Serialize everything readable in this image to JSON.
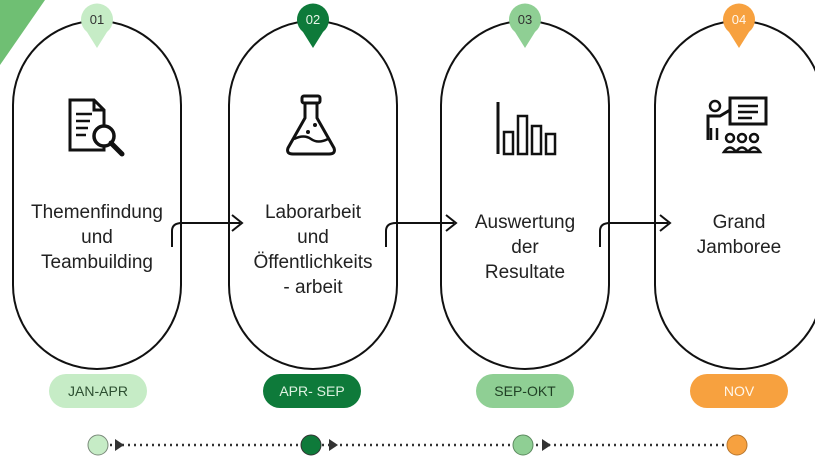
{
  "stages": [
    {
      "number": "01",
      "title_lines": [
        "Themenfindung",
        "und",
        "Teambuilding"
      ],
      "date": "JAN-APR",
      "icon": "document-search-icon"
    },
    {
      "number": "02",
      "title_lines": [
        "Laborarbeit",
        "und",
        "Öffentlichkeits",
        "- arbeit"
      ],
      "date": "APR- SEP",
      "icon": "flask-icon"
    },
    {
      "number": "03",
      "title_lines": [
        "Auswertung",
        "der",
        "Resultate"
      ],
      "date": "SEP-OKT",
      "icon": "bar-chart-icon"
    },
    {
      "number": "04",
      "title_lines": [
        "Grand",
        "Jamboree"
      ],
      "date": "NOV",
      "icon": "presentation-icon"
    }
  ],
  "colors": {
    "light_green": "#c6ecc6",
    "mid_green": "#8fcf94",
    "dark_green": "#0e7a3a",
    "orange": "#f7a13f",
    "corner_green": "#6fbf73"
  }
}
